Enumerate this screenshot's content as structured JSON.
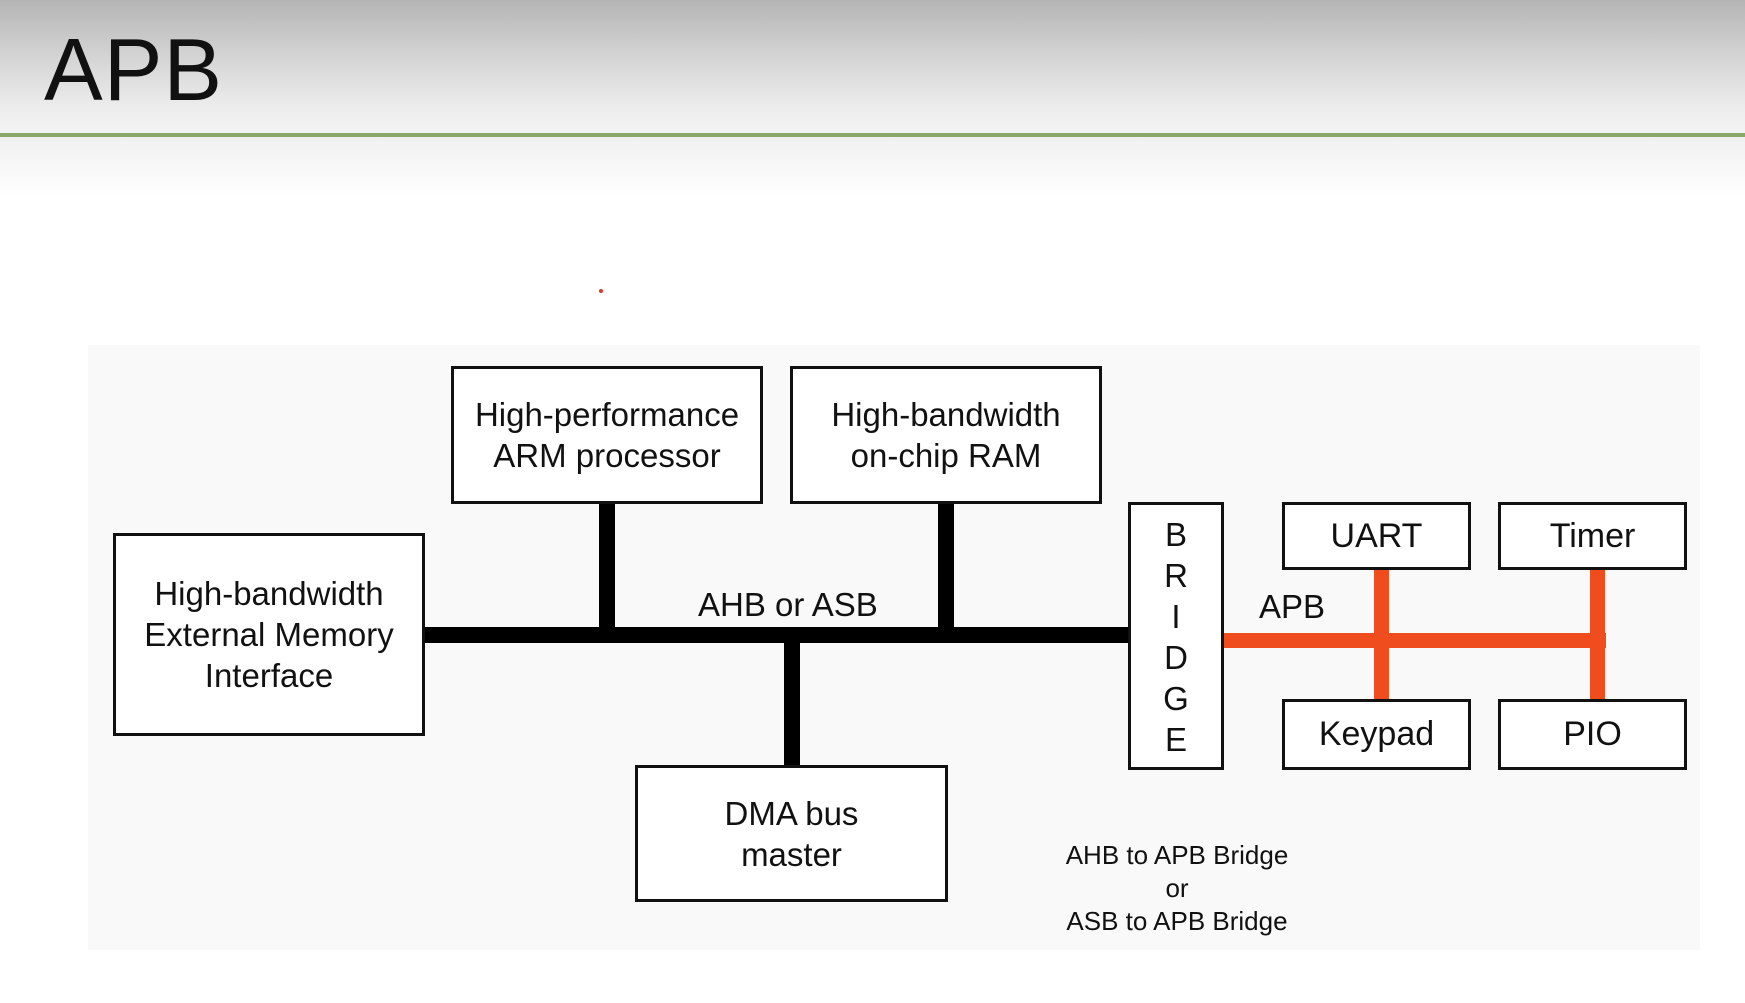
{
  "slide": {
    "title": "APB"
  },
  "diagram": {
    "boxes": {
      "arm_processor": [
        "High-performance",
        "ARM processor"
      ],
      "onchip_ram": [
        "High-bandwidth",
        "on-chip RAM"
      ],
      "ext_memory": [
        "High-bandwidth",
        "External Memory",
        "Interface"
      ],
      "dma": [
        "DMA bus",
        "master"
      ],
      "uart": "UART",
      "timer": "Timer",
      "keypad": "Keypad",
      "pio": "PIO"
    },
    "bridge_letters": [
      "B",
      "R",
      "I",
      "D",
      "G",
      "E"
    ],
    "bus_label": "AHB or ASB",
    "apb_label": "APB",
    "bridge_note": [
      "AHB to APB Bridge",
      "or",
      "ASB to APB Bridge"
    ],
    "colors": {
      "system_bus": "#000000",
      "peripheral_bus": "#f04d1e",
      "accent_rule": "#8aa868"
    }
  }
}
